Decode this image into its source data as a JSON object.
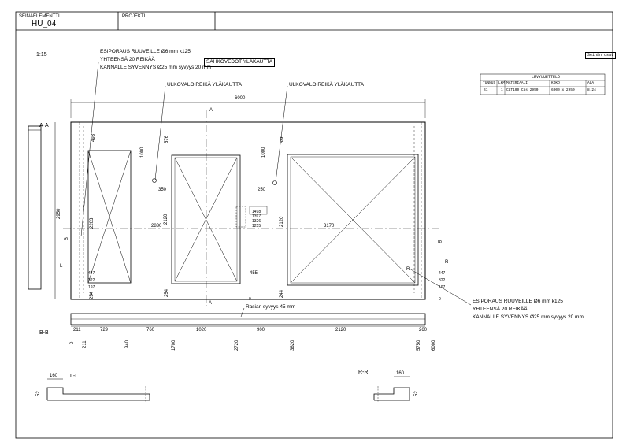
{
  "header": {
    "element_label": "SEINÄELEMENTTI",
    "element_id": "HU_04",
    "project_label": "PROJEKTI"
  },
  "scale": "1:15",
  "note_badge": "Seinän osat",
  "notes": {
    "top_lines": [
      "ESIPORAUS RUUVEILLE Ø6 mm k125",
      "YHTEENSÄ 20 REIKÄÄ",
      "KANNALLE SYVENNYS Ø25 mm syvyys 20 mm"
    ],
    "electrical": "SÄHKÖVEDOT YLÄKAUTTA",
    "outdoor_light_1": "ULKOVALO REIKÄ YLÄKAUTTA",
    "outdoor_light_2": "ULKOVALO REIKÄ YLÄKAUTTA",
    "bottom_lines": [
      "ESIPORAUS RUUVEILLE Ø6 mm k125",
      "YHTEENSÄ 20 REIKÄÄ",
      "KANNALLE SYVENNYS Ø25 mm syvyys 20 mm"
    ],
    "rasia": "Rasian syvyys 45 mm"
  },
  "plate_table": {
    "title": "LEVYLUETTELO",
    "headers": [
      "TUNNUS",
      "LKM",
      "MATERIAALI",
      "KOKO",
      "ALA"
    ],
    "row": [
      "S1",
      "1",
      "CLT100 C5s 2950",
      "6000 x 2950",
      "8.24"
    ]
  },
  "section_labels": {
    "aa": "A-A",
    "bb": "B-B",
    "ll": "L-L",
    "rr": "R-R",
    "a": "A",
    "b": "B",
    "l": "L",
    "r": "R"
  },
  "dims": {
    "overall_width": "6000",
    "overall_height": "2950",
    "d493": "493",
    "d576": "576",
    "d586": "586",
    "d1000a": "1000",
    "d1000b": "1000",
    "d350": "350",
    "d250": "250",
    "d2203": "2203",
    "d2120a": "2120",
    "d2120b": "2120",
    "d2830": "2830",
    "d3170": "3170",
    "d254a": "254",
    "d254b": "254",
    "d244": "244",
    "d455": "455",
    "d447a": "447",
    "d322a": "322",
    "d197a": "197",
    "d0a": "0",
    "d447b": "447",
    "d322b": "322",
    "d197b": "197",
    "d0b": "0",
    "d0c": "0",
    "stack": [
      "1498",
      "1397",
      "1326",
      "1255"
    ],
    "seg": [
      "211",
      "729",
      "760",
      "1020",
      "900",
      "2120",
      "260"
    ],
    "cum": [
      "0",
      "211",
      "940",
      "1700",
      "2720",
      "3620",
      "5750",
      "6000"
    ],
    "d160a": "160",
    "d160b": "160",
    "d52a": "52",
    "d52b": "52"
  }
}
